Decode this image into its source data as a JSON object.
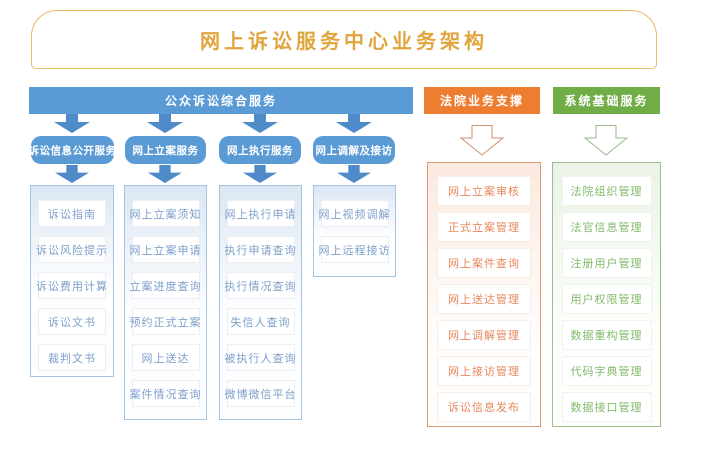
{
  "title": "网上诉讼服务中心业务架构",
  "colors": {
    "accent_blue": "#5B9BD5",
    "accent_orange": "#ED7D31",
    "accent_green": "#70AD47",
    "title_gold": "#E0A53C",
    "arrow_blue": "#4E8BC8",
    "arrow_outline_orange": "#CE9272",
    "arrow_outline_green": "#9BBA8A"
  },
  "public_services": {
    "header": "公众诉讼综合服务",
    "groups": [
      {
        "label": "诉讼信息公开服务",
        "items": [
          "诉讼指南",
          "诉讼风险提示",
          "诉讼费用计算",
          "诉讼文书",
          "裁判文书"
        ]
      },
      {
        "label": "网上立案服务",
        "items": [
          "网上立案须知",
          "网上立案申请",
          "立案进度查询",
          "预约正式立案",
          "网上送达",
          "案件情况查询"
        ]
      },
      {
        "label": "网上执行服务",
        "items": [
          "网上执行申请",
          "执行申请查询",
          "执行情况查询",
          "失信人查询",
          "被执行人查询",
          "微博微信平台"
        ]
      },
      {
        "label": "网上调解及接访",
        "items": [
          "网上视频调解",
          "网上远程接访"
        ]
      }
    ]
  },
  "court_support": {
    "header": "法院业务支撑",
    "items": [
      "网上立案审核",
      "正式立案管理",
      "网上案件查询",
      "网上送达管理",
      "网上调解管理",
      "网上接访管理",
      "诉讼信息发布"
    ]
  },
  "system_base": {
    "header": "系统基础服务",
    "items": [
      "法院组织管理",
      "法官信息管理",
      "注册用户管理",
      "用户权限管理",
      "数据重构管理",
      "代码字典管理",
      "数据接口管理"
    ]
  }
}
